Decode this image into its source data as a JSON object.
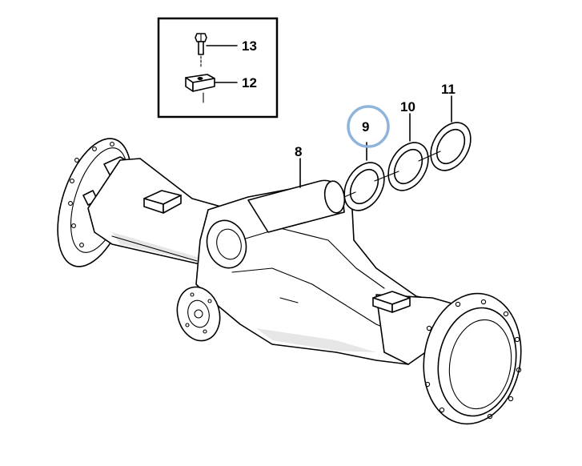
{
  "diagram": {
    "callouts": [
      {
        "id": "13",
        "label": "13"
      },
      {
        "id": "12",
        "label": "12"
      },
      {
        "id": "11",
        "label": "11"
      },
      {
        "id": "10",
        "label": "10"
      },
      {
        "id": "9",
        "label": "9",
        "highlighted": true
      },
      {
        "id": "8",
        "label": "8"
      }
    ],
    "highlight_color": "#8fb4dc"
  }
}
